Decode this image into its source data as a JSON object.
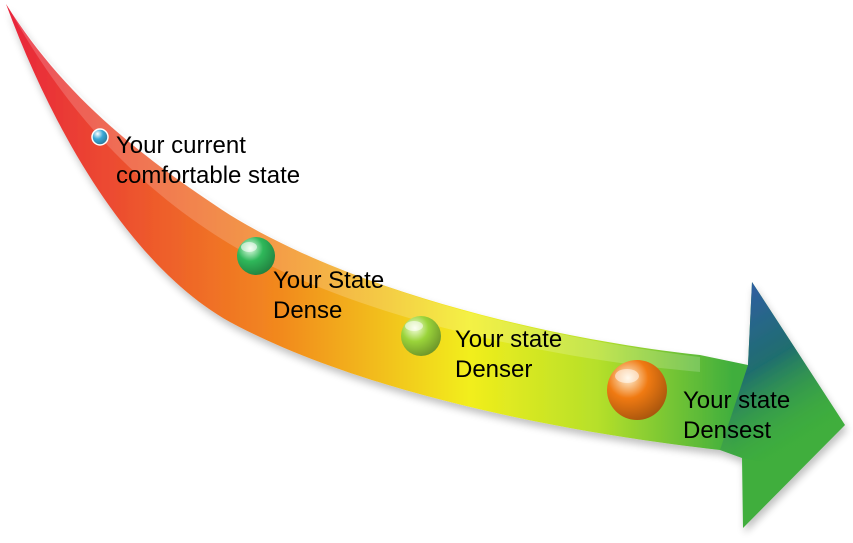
{
  "diagram": {
    "colors": {
      "start": "#e8223c",
      "mid_orange": "#f28a1e",
      "mid_yellow": "#f2ee1c",
      "lime": "#b6e02a",
      "green": "#3fae3d",
      "tip_teal": "#1f6e6e",
      "tip_blue": "#2f5fa0"
    },
    "stages": [
      {
        "lines": [
          "Your current",
          "comfortable state"
        ],
        "bubble_color": "#39a7d6",
        "bubble_icon": "small-blue-sphere-icon"
      },
      {
        "lines": [
          "Your State",
          "Dense"
        ],
        "bubble_color": "#2fb85a",
        "bubble_icon": "green-sphere-icon"
      },
      {
        "lines": [
          "Your state",
          "Denser"
        ],
        "bubble_color": "#9ad43a",
        "bubble_icon": "lime-sphere-icon"
      },
      {
        "lines": [
          "Your state",
          "Densest"
        ],
        "bubble_color": "#f07a12",
        "bubble_icon": "orange-sphere-icon"
      }
    ]
  }
}
